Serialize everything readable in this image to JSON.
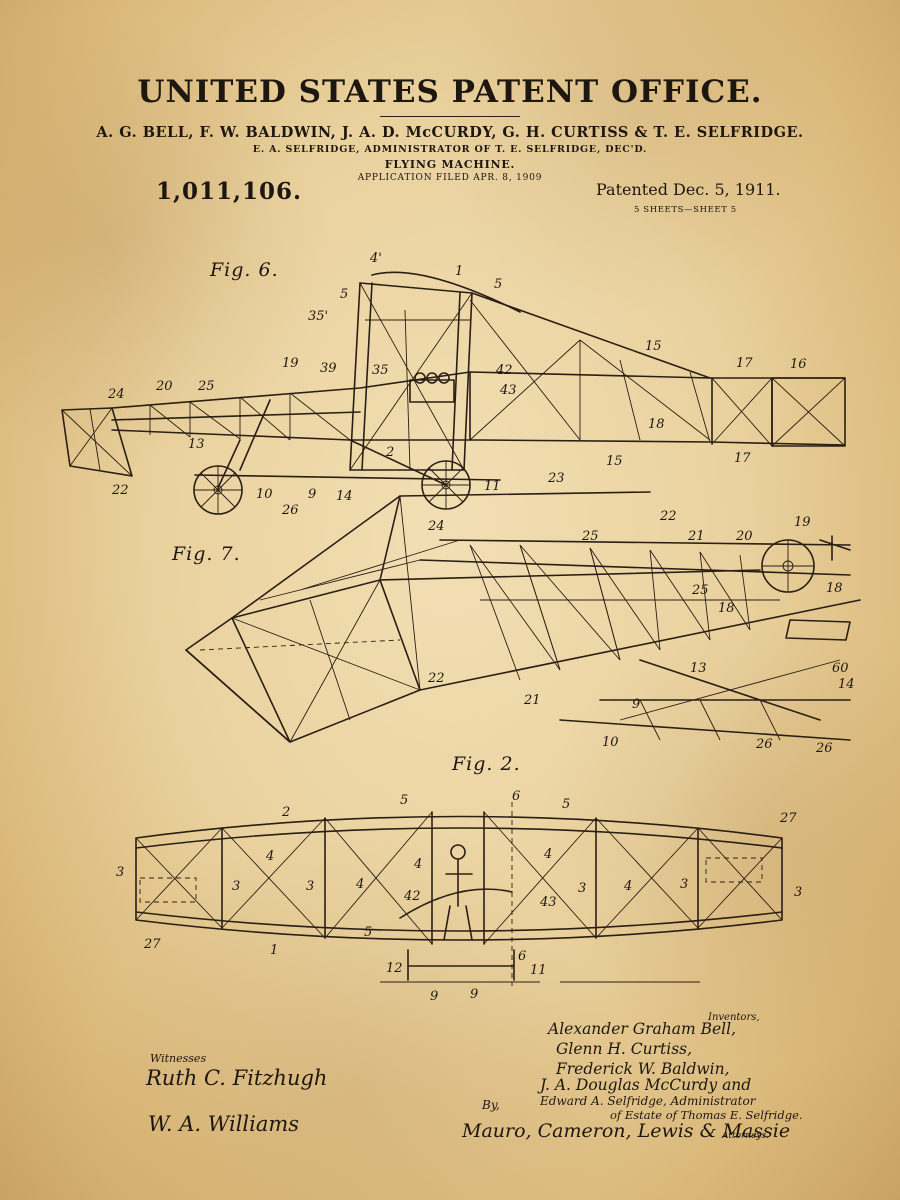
{
  "header": {
    "office": "UNITED STATES PATENT OFFICE.",
    "inventors": "A. G. BELL, F. W. BALDWIN, J. A. D. McCURDY, G. H. CURTISS & T. E. SELFRIDGE.",
    "administrator": "E. A. SELFRIDGE, ADMINISTRATOR OF T. E. SELFRIDGE, DEC'D.",
    "subject": "FLYING MACHINE.",
    "filed": "APPLICATION FILED APR. 8, 1909",
    "patent_number": "1,011,106.",
    "patented": "Patented Dec. 5, 1911.",
    "sheets": "5 SHEETS—SHEET 5"
  },
  "figures": {
    "fig6": "Fig. 6.",
    "fig7": "Fig. 7.",
    "fig2": "Fig. 2."
  },
  "fig6_labels": {
    "l4p": "4'",
    "l1": "1",
    "l5a": "5",
    "l5b": "5",
    "l35p": "35'",
    "l15a": "15",
    "l17a": "17",
    "l16": "16",
    "l19": "19",
    "l39": "39",
    "l35": "35",
    "l42": "42",
    "l43": "43",
    "l24": "24",
    "l20": "20",
    "l25": "25",
    "l13": "13",
    "l18": "18",
    "l15b": "15",
    "l17b": "17",
    "l22": "22",
    "l10": "10",
    "l9": "9",
    "l14": "14",
    "l26": "26",
    "l11": "11",
    "l2": "2"
  },
  "fig7_labels": {
    "l23": "23",
    "l24": "24",
    "l22a": "22",
    "l25a": "25",
    "l21a": "21",
    "l20": "20",
    "l19": "19",
    "l25b": "25",
    "l18a": "18",
    "l18b": "18",
    "l13": "13",
    "l60": "60",
    "l14": "14",
    "l22b": "22",
    "l21b": "21",
    "l9": "9",
    "l10": "10",
    "l26a": "26",
    "l26b": "26"
  },
  "fig2_labels": {
    "l6a": "6",
    "l2": "2",
    "l5a": "5",
    "l5b": "5",
    "l27a": "27",
    "l3a": "3",
    "l4a": "4",
    "l4b": "4",
    "l4c": "4",
    "l3b": "3",
    "l3c": "3",
    "l4d": "4",
    "l42": "42",
    "l43": "43",
    "l3d": "3",
    "l4e": "4",
    "l3e": "3",
    "l3f": "3",
    "l27b": "27",
    "l1": "1",
    "l5c": "5",
    "l12": "12",
    "l6b": "6",
    "l11": "11",
    "l9a": "9",
    "l9b": "9"
  },
  "signatures": {
    "witnesses_label": "Witnesses",
    "witness1": "Ruth C. Fitzhugh",
    "witness2": "W. A. Williams",
    "inventors_label": "Inventors,",
    "inventor1": "Alexander Graham Bell,",
    "inventor2": "Glenn H. Curtiss,",
    "inventor3": "Frederick W. Baldwin,",
    "inventor4": "J. A. Douglas McCurdy and",
    "inventor5": "Edward A. Selfridge, Administrator",
    "inventor6": "of Estate of Thomas E. Selfridge.",
    "by": "By,",
    "attorneys": "Mauro, Cameron, Lewis & Massie",
    "attorneys_label": "Attorneys."
  },
  "colors": {
    "paper": "#ead29f",
    "ink": "#2a1f14"
  }
}
